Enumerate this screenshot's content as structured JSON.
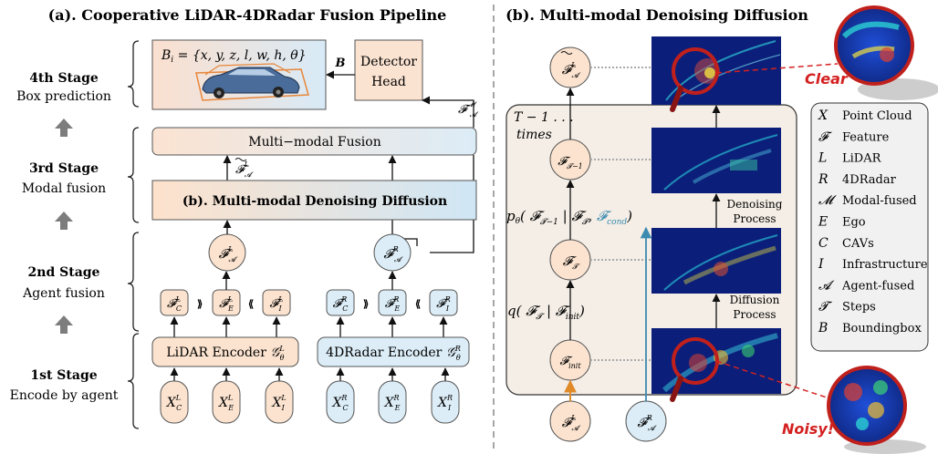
{
  "left_panel": {
    "title": "(a). Cooperative LiDAR-4DRadar Fusion Pipeline",
    "stages": [
      {
        "name": "4th Stage",
        "desc": "Box prediction"
      },
      {
        "name": "3rd Stage",
        "desc": "Modal fusion"
      },
      {
        "name": "2nd Stage",
        "desc": "Agent fusion"
      },
      {
        "name": "1st Stage",
        "desc": "Encode by agent"
      }
    ],
    "box_formula": "B_i = {x, y, z, l, w, h, θ}",
    "box_formula_lead": "B",
    "box_formula_sub": "i",
    "box_formula_rest": " = {x, y, z, l, w, h, θ}",
    "arrow_label": "B",
    "detector_head": [
      "Detector",
      "Head"
    ],
    "fused_feature": "F^M_A",
    "multimodal_fusion": "Multi−modal Fusion",
    "lidar_denoised": "F~^L_A",
    "denoising_block": "(b). Multi-modal Denoising Diffusion",
    "lidar_agent": "F^L_A",
    "radar_agent": "F^R_A",
    "lidar_feats": [
      "F^L_C",
      "F^L_E",
      "F^L_I"
    ],
    "radar_feats": [
      "F^R_C",
      "F^R_E",
      "F^R_I"
    ],
    "lidar_encoder": "LiDAR Encoder",
    "lidar_encoder_sym": "G^L_θ",
    "radar_encoder": "4DRadar Encoder",
    "radar_encoder_sym": "G^R_θ",
    "lidar_inputs": [
      "X^L_C",
      "X^L_E",
      "X^L_I"
    ],
    "radar_inputs": [
      "X^R_C",
      "X^R_E",
      "X^R_I"
    ]
  },
  "right_panel": {
    "title": "(b). Multi-modal Denoising Diffusion",
    "loop_label": "T − 1 . . .",
    "loop_times": "times",
    "top_output": "F~^L_A",
    "nodes": [
      "F_{T-1}",
      "F_T",
      "F_init"
    ],
    "p_formula": "pθ( F_{T−1} | F_T, F_cond)",
    "q_formula": "q( F_T | F_init)",
    "bottom_inputs": [
      "F^L_A",
      "F^R_A"
    ],
    "denoising_process": [
      "Denoising",
      "Process"
    ],
    "diffusion_process": [
      "Diffusion",
      "Process"
    ],
    "clear_label": "Clear",
    "noisy_label": "Noisy!"
  },
  "legend": [
    {
      "sym": "X",
      "text": "Point Cloud"
    },
    {
      "sym": "F",
      "text": "Feature"
    },
    {
      "sym": "L",
      "text": "LiDAR"
    },
    {
      "sym": "R",
      "text": "4DRadar"
    },
    {
      "sym": "M",
      "text": "Modal-fused"
    },
    {
      "sym": "E",
      "text": "Ego"
    },
    {
      "sym": "C",
      "text": "CAVs"
    },
    {
      "sym": "I",
      "text": "Infrastructure"
    },
    {
      "sym": "A",
      "text": "Agent-fused"
    },
    {
      "sym": "T",
      "text": "Steps"
    },
    {
      "sym": "B",
      "text": "Boundingbox"
    }
  ],
  "colors": {
    "lidar_fill": "#fbe3cf",
    "lidar_stroke": "#c8956a",
    "radar_fill": "#dcedf7",
    "radar_stroke": "#6f9fbc",
    "fusion_fill": "#f9e4d6",
    "cond_blue": "#3b8bb0",
    "red": "#d42020",
    "orange": "#e08a2a"
  }
}
